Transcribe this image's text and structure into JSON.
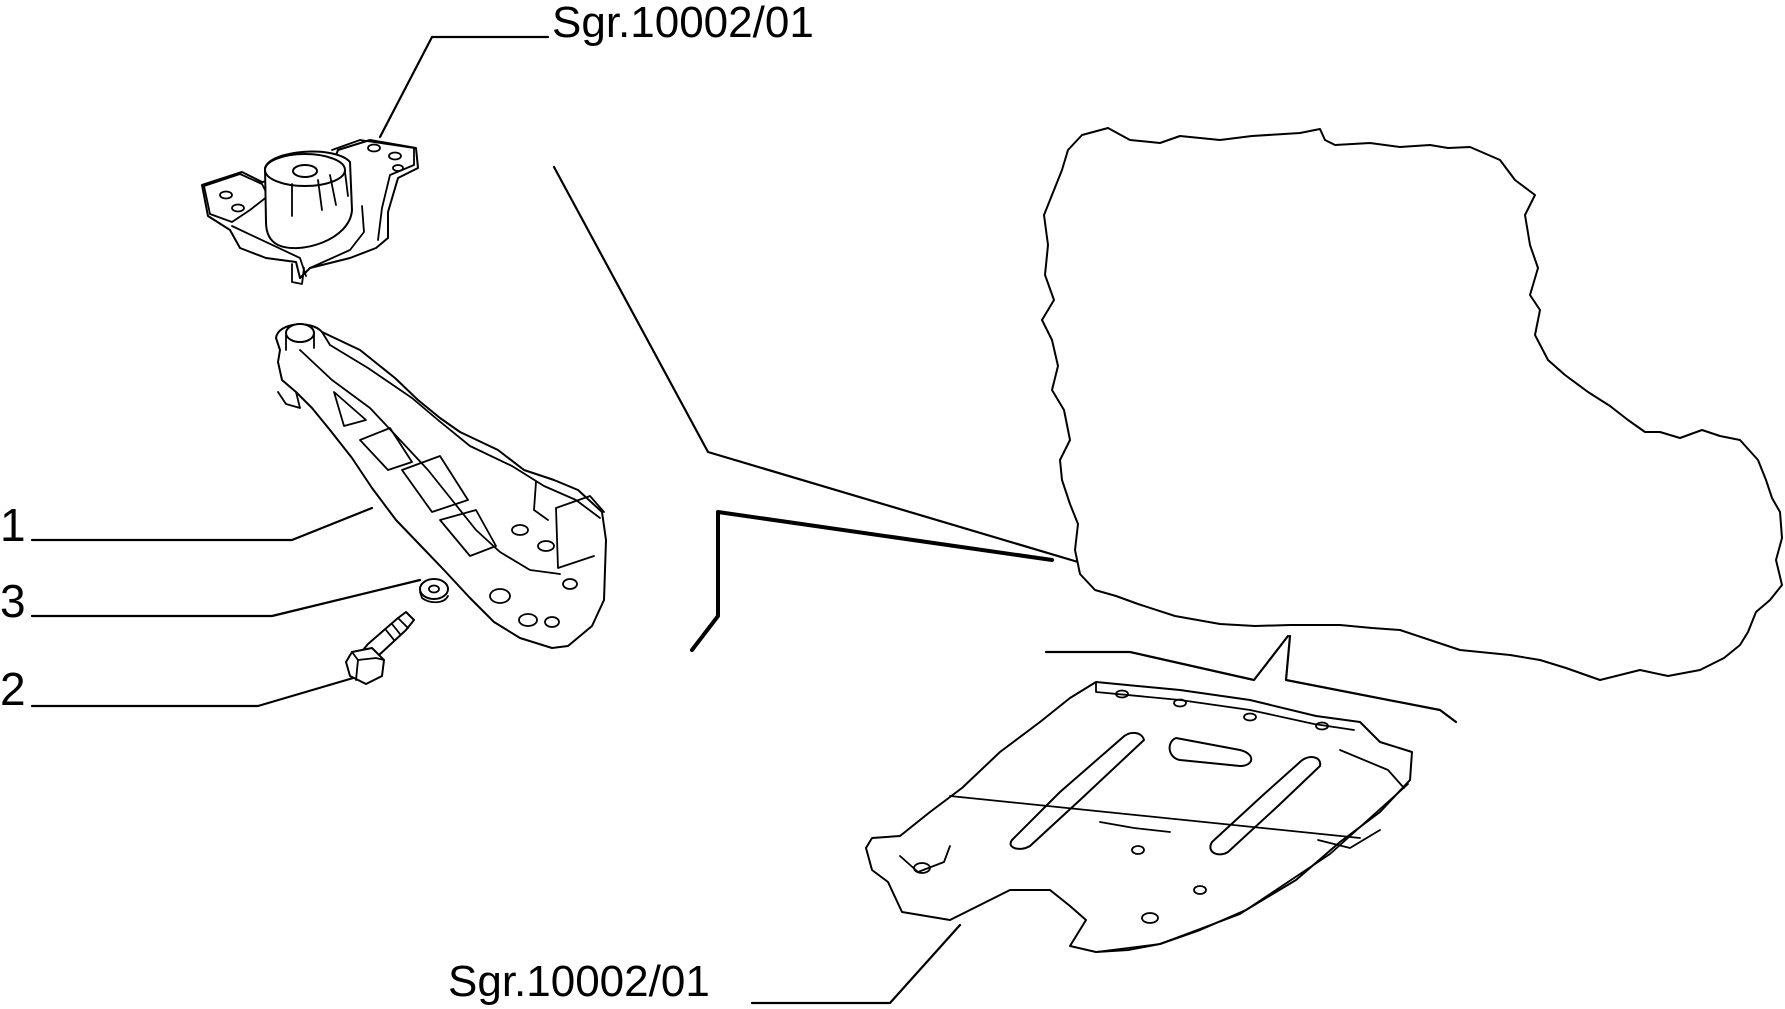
{
  "callouts": {
    "top_ref": "Sgr.10002/01",
    "bottom_ref": "Sgr.10002/01",
    "item_1": "1",
    "item_2": "2",
    "item_3": "3"
  }
}
